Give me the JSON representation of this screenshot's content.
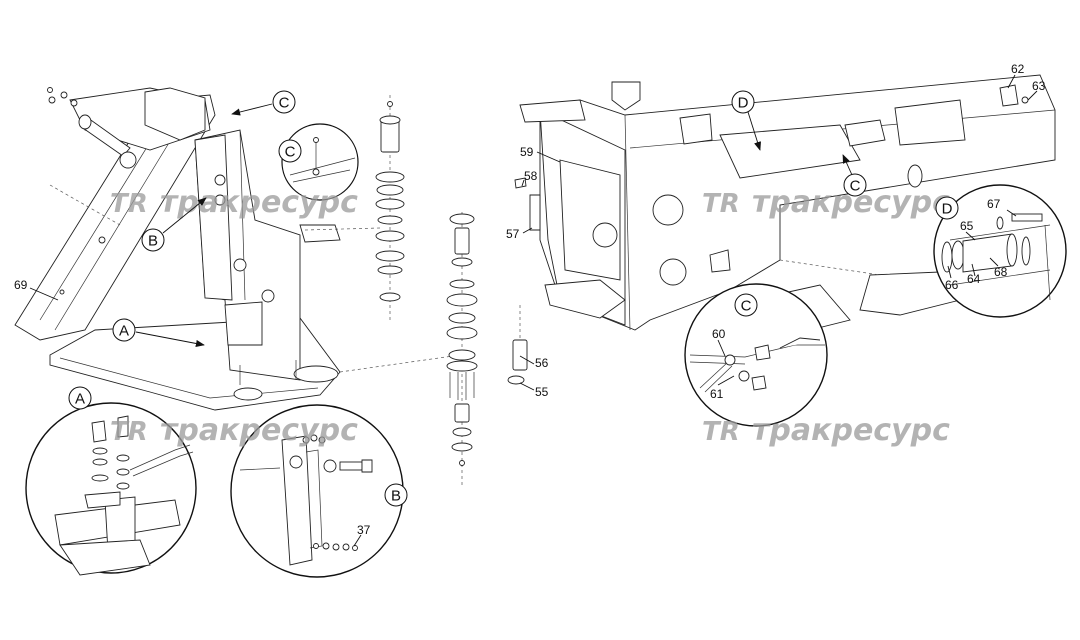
{
  "callouts": {
    "n37": "37",
    "n55": "55",
    "n56": "56",
    "n57": "57",
    "n58": "58",
    "n59": "59",
    "n60": "60",
    "n61": "61",
    "n62": "62",
    "n63": "63",
    "n64": "64",
    "n65": "65",
    "n66": "66",
    "n67": "67",
    "n68": "68",
    "n69": "69"
  },
  "view_labels": {
    "a": "A",
    "b": "B",
    "c": "C",
    "d": "D"
  },
  "watermark": {
    "logo": "TR",
    "text": "тракресурс"
  }
}
